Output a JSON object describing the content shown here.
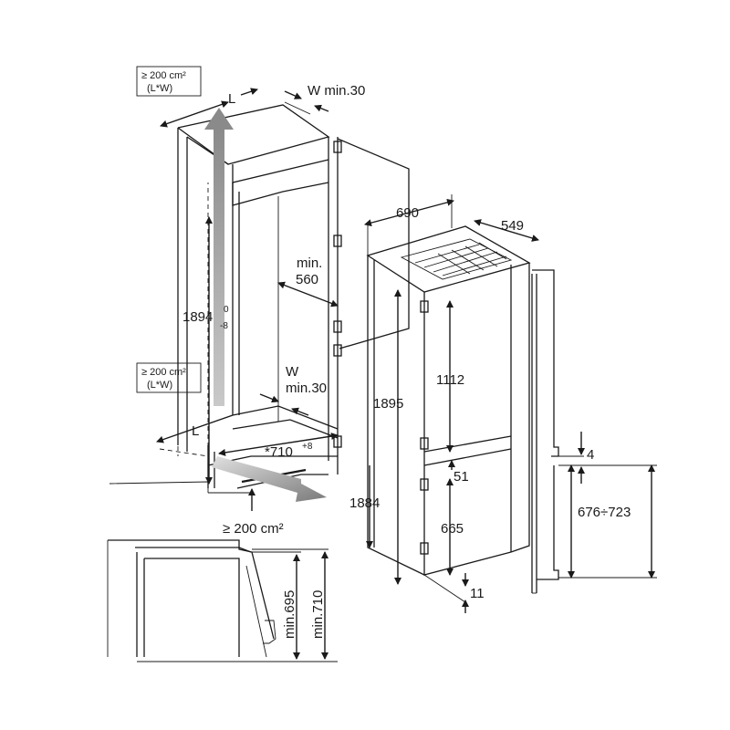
{
  "labels": {
    "vent_top": [
      "≥ 200 cm²",
      "(L*W)"
    ],
    "vent_mid": [
      "≥ 200 cm²",
      "(L*W)"
    ],
    "vent_bottom": "≥ 200 cm²",
    "L_top": "L",
    "L_bottom": "L",
    "W_top": "W min.30",
    "W_mid": [
      "W",
      "min.30"
    ],
    "min_560": [
      "min.",
      "560"
    ],
    "h_1894": "1894",
    "h_1894_tol_top": "0",
    "h_1894_tol_bot": "-8",
    "depth_710": "*710",
    "depth_710_tol": "+8",
    "w_690": "690",
    "d_549": "549",
    "h_1895": "1895",
    "h_1884": "1884",
    "h_1112": "1112",
    "h_665": "665",
    "h_51": "51",
    "h_11": "11",
    "h_4": "4",
    "range_676_723": "676÷723",
    "min_695": "min.695",
    "min_710": "min.710"
  }
}
